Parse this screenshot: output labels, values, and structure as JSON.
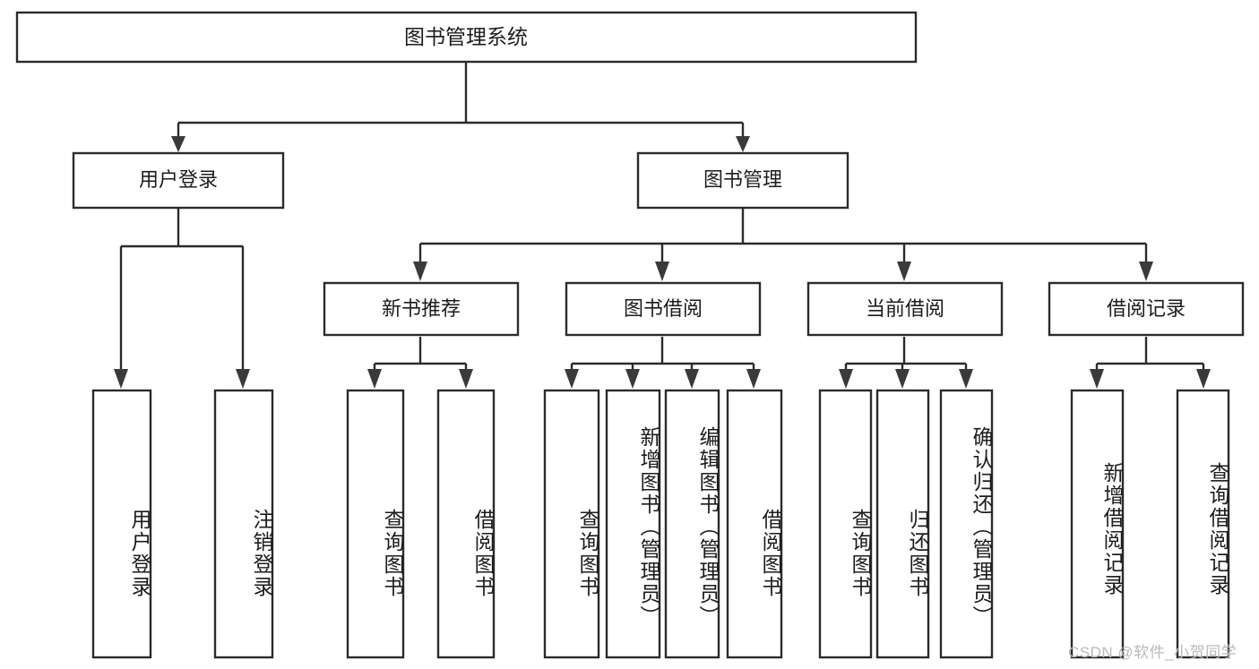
{
  "diagram": {
    "type": "tree-hierarchy-chart",
    "title": "图书管理系统",
    "watermark": "CSDN @软件_小贺同学",
    "colors": {
      "background": "#ffffff",
      "box_stroke": "#2b2b2b",
      "box_fill": "#ffffff",
      "text": "#1c1c1c",
      "connector": "#2b2b2b",
      "watermark": "#b9b9b9"
    },
    "levels": {
      "root": {
        "label": "图书管理系统"
      },
      "level2": [
        {
          "id": "user-login",
          "label": "用户登录"
        },
        {
          "id": "book-management",
          "label": "图书管理"
        }
      ],
      "level3": [
        {
          "id": "new-book-recommend",
          "label": "新书推荐",
          "parent": "book-management"
        },
        {
          "id": "book-borrow",
          "label": "图书借阅",
          "parent": "book-management"
        },
        {
          "id": "current-borrow",
          "label": "当前借阅",
          "parent": "book-management"
        },
        {
          "id": "borrow-record",
          "label": "借阅记录",
          "parent": "book-management"
        }
      ],
      "leaves": {
        "user-login": [
          {
            "id": "leaf-user-login",
            "label": "用户登录"
          },
          {
            "id": "leaf-user-logout",
            "label": "注销登录"
          }
        ],
        "new-book-recommend": [
          {
            "id": "leaf-query-book-1",
            "label": "查询图书"
          },
          {
            "id": "leaf-borrow-book-1",
            "label": "借阅图书"
          }
        ],
        "book-borrow": [
          {
            "id": "leaf-query-book-2",
            "label": "查询图书"
          },
          {
            "id": "leaf-add-book",
            "label": "新增图书（管理员）"
          },
          {
            "id": "leaf-edit-book",
            "label": "编辑图书（管理员）"
          },
          {
            "id": "leaf-borrow-book-2",
            "label": "借阅图书"
          }
        ],
        "current-borrow": [
          {
            "id": "leaf-query-book-3",
            "label": "查询图书"
          },
          {
            "id": "leaf-return-book",
            "label": "归还图书"
          },
          {
            "id": "leaf-confirm-return",
            "label": "确认归还（管理员）"
          }
        ],
        "borrow-record": [
          {
            "id": "leaf-add-record",
            "label": "新增借阅记录"
          },
          {
            "id": "leaf-query-record",
            "label": "查询借阅记录"
          }
        ]
      }
    }
  }
}
